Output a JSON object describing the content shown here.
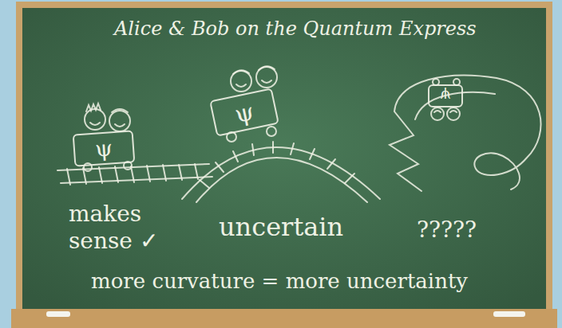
{
  "diagram": {
    "title": "Alice & Bob on the Quantum Express",
    "nodes": [
      {
        "text": [
          "ψ"
        ]
      },
      {
        "text": [
          "ψ"
        ]
      },
      {
        "text": [
          "ψ"
        ]
      }
    ],
    "labels": [
      "makes sense ✓",
      "uncertain",
      "?????",
      "more curvature = more uncertainty"
    ]
  }
}
